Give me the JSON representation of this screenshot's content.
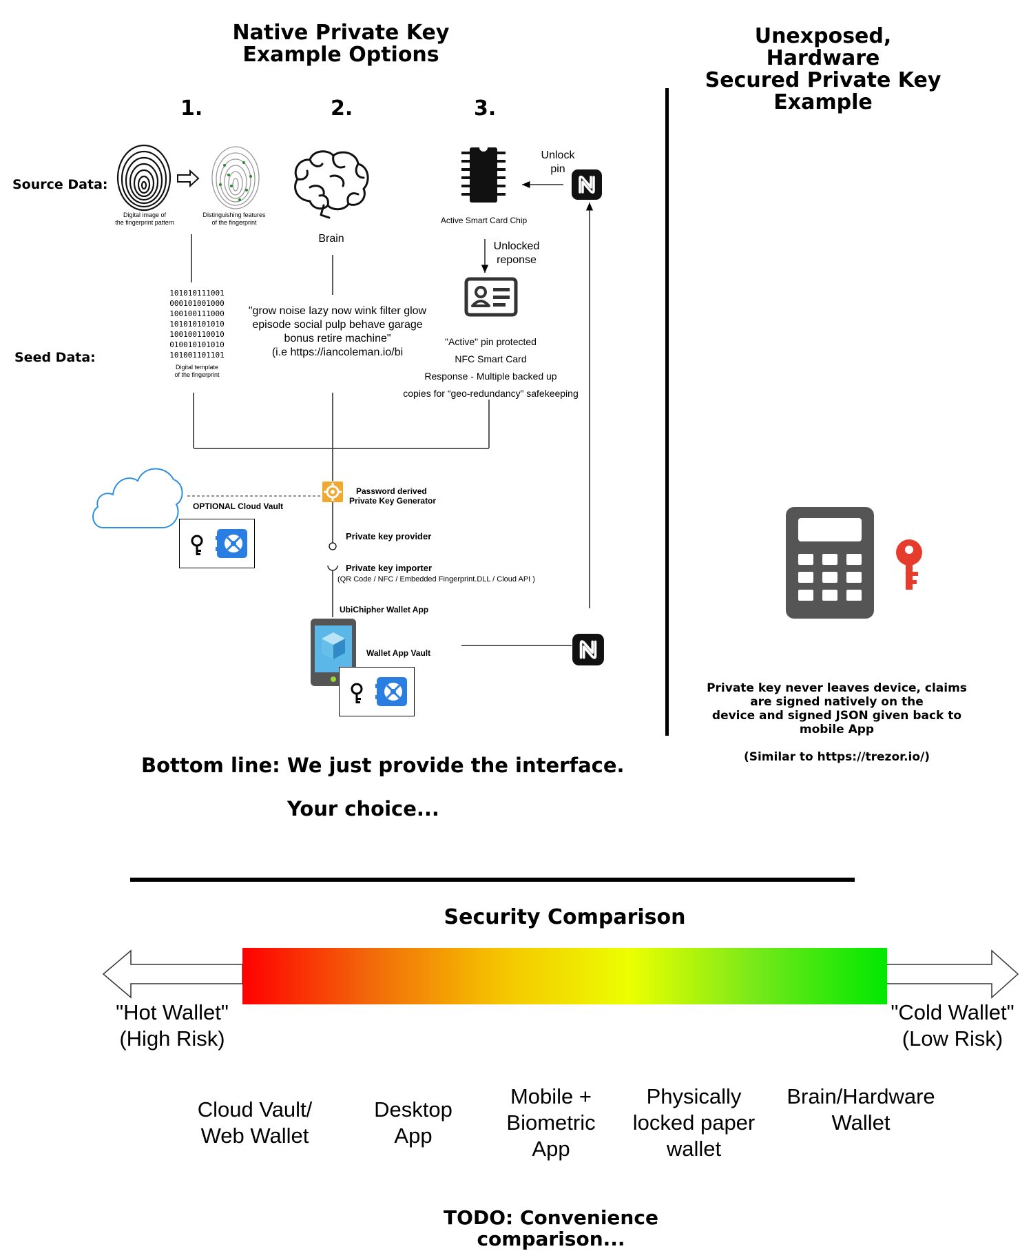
{
  "left_heading": [
    "Native Private Key",
    "Example Options"
  ],
  "right_heading": [
    "Unexposed, Hardware",
    "Secured Private Key",
    "Example"
  ],
  "option_numbers": [
    "1.",
    "2.",
    "3."
  ],
  "row_labels": {
    "source": "Source Data:",
    "seed": "Seed Data:"
  },
  "option1": {
    "image_caption_a": [
      "Digital image of",
      "the fingerprint pattern"
    ],
    "image_caption_b": [
      "Distinguishing features",
      "of the fingerprint"
    ],
    "binary": [
      "101010111001",
      "000101001000",
      "100100111000",
      "101010101010",
      "100100110010",
      "010010101010",
      "101001101101"
    ],
    "template_caption": [
      "Digital template",
      "of the fingerprint"
    ]
  },
  "option2": {
    "source_label": "Brain",
    "seed_lines": [
      "\"grow noise lazy now wink filter glow",
      "episode social pulp behave garage",
      "bonus retire machine\"",
      "(i.e https://iancoleman.io/bi"
    ]
  },
  "option3": {
    "chip_label": "Active Smart Card Chip",
    "unlock_label": [
      "Unlock",
      "pin"
    ],
    "unlocked_label": [
      "Unlocked",
      "reponse"
    ],
    "card_lines": [
      "\"Active\" pin protected",
      "NFC Smart Card",
      "Response - Multiple backed up",
      "copies for “geo-redundancy” safekeeping"
    ]
  },
  "flow": {
    "generator_label": [
      "Password derived",
      "Private Key Generator"
    ],
    "cloud_vault_label": "OPTIONAL  Cloud Vault",
    "provider_label": "Private key provider",
    "importer_label": "Private key importer",
    "importer_sub": "(QR Code / NFC / Embedded Fingerprint.DLL / Cloud API )",
    "app_label": "UbiChipher Wallet App",
    "vault_label": "Wallet App Vault"
  },
  "right_panel": {
    "note_lines": [
      "Private key never leaves device, claims",
      "are signed natively on the",
      "device and signed JSON given back to",
      "mobile App"
    ],
    "similar": "(Similar to https://trezor.io/)"
  },
  "bottom_line": "Bottom line: We just provide the interface.",
  "your_choice": "Your choice...",
  "security": {
    "title": "Security Comparison",
    "left_end": [
      "\"Hot Wallet\"",
      "(High Risk)"
    ],
    "right_end": [
      "\"Cold Wallet\"",
      "(Low Risk)"
    ],
    "scale_items": [
      [
        "Cloud Vault/",
        "Web Wallet"
      ],
      [
        "Desktop",
        "App"
      ],
      [
        "Mobile +",
        "Biometric",
        "App"
      ],
      [
        "Physically",
        "locked paper",
        "wallet"
      ],
      [
        "Brain/Hardware",
        "Wallet"
      ]
    ],
    "gradient_colors": [
      "#ff0000",
      "#f26a0a",
      "#f5c400",
      "#ecff00",
      "#74e81a",
      "#00e800"
    ]
  },
  "todo": [
    "TODO: Convenience",
    "comparison..."
  ],
  "colors": {
    "cloud_stroke": "#2f8fe0",
    "vault_blue": "#2a7de1",
    "generator_orange": "#f0a830",
    "key_red": "#e53c2e",
    "calc_gray": "#555555",
    "cube_blue": "#5bb7e8"
  }
}
